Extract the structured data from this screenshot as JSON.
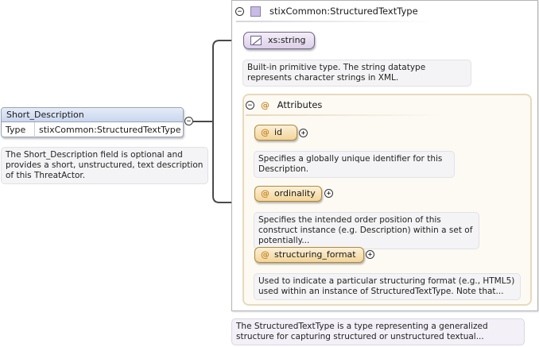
{
  "element": {
    "name": "Short_Description",
    "type_key": "Type",
    "type_value": "stixCommon:StructuredTextType",
    "documentation": "The Short_Description field is optional and provides a short, unstructured, text description of this ThreatActor."
  },
  "complex_type": {
    "title": "stixCommon:StructuredTextType",
    "documentation": "The StructuredTextType is a type representing a generalized structure for capturing structured or unstructured textual..."
  },
  "base_type": {
    "name": "xs:string",
    "documentation": "Built-in primitive type. The string datatype represents character strings in XML."
  },
  "attributes_group": {
    "label": "Attributes",
    "items": [
      {
        "name": "id",
        "documentation": "Specifies a globally unique identifier for this Description."
      },
      {
        "name": "ordinality",
        "documentation": "Specifies the intended order position of this construct instance (e.g. Description) within a set of potentially..."
      },
      {
        "name": "structuring_format",
        "documentation": "Used to indicate a particular structuring format (e.g., HTML5) used within an instance of StructuredTextType. Note that..."
      }
    ]
  },
  "icons": {
    "collapse": "minus-circle-icon",
    "expand": "plus-circle-icon",
    "attribute": "at-sign-icon",
    "complex_type": "complex-type-icon",
    "simple_type": "simple-type-icon"
  },
  "colors": {
    "element_header": "#c9d6ee",
    "attribute_fill": "#f3d59a",
    "attribute_panel": "#fdfaf4",
    "simple_type_fill": "#ddd0e8",
    "connector": "#4a4a4a"
  }
}
